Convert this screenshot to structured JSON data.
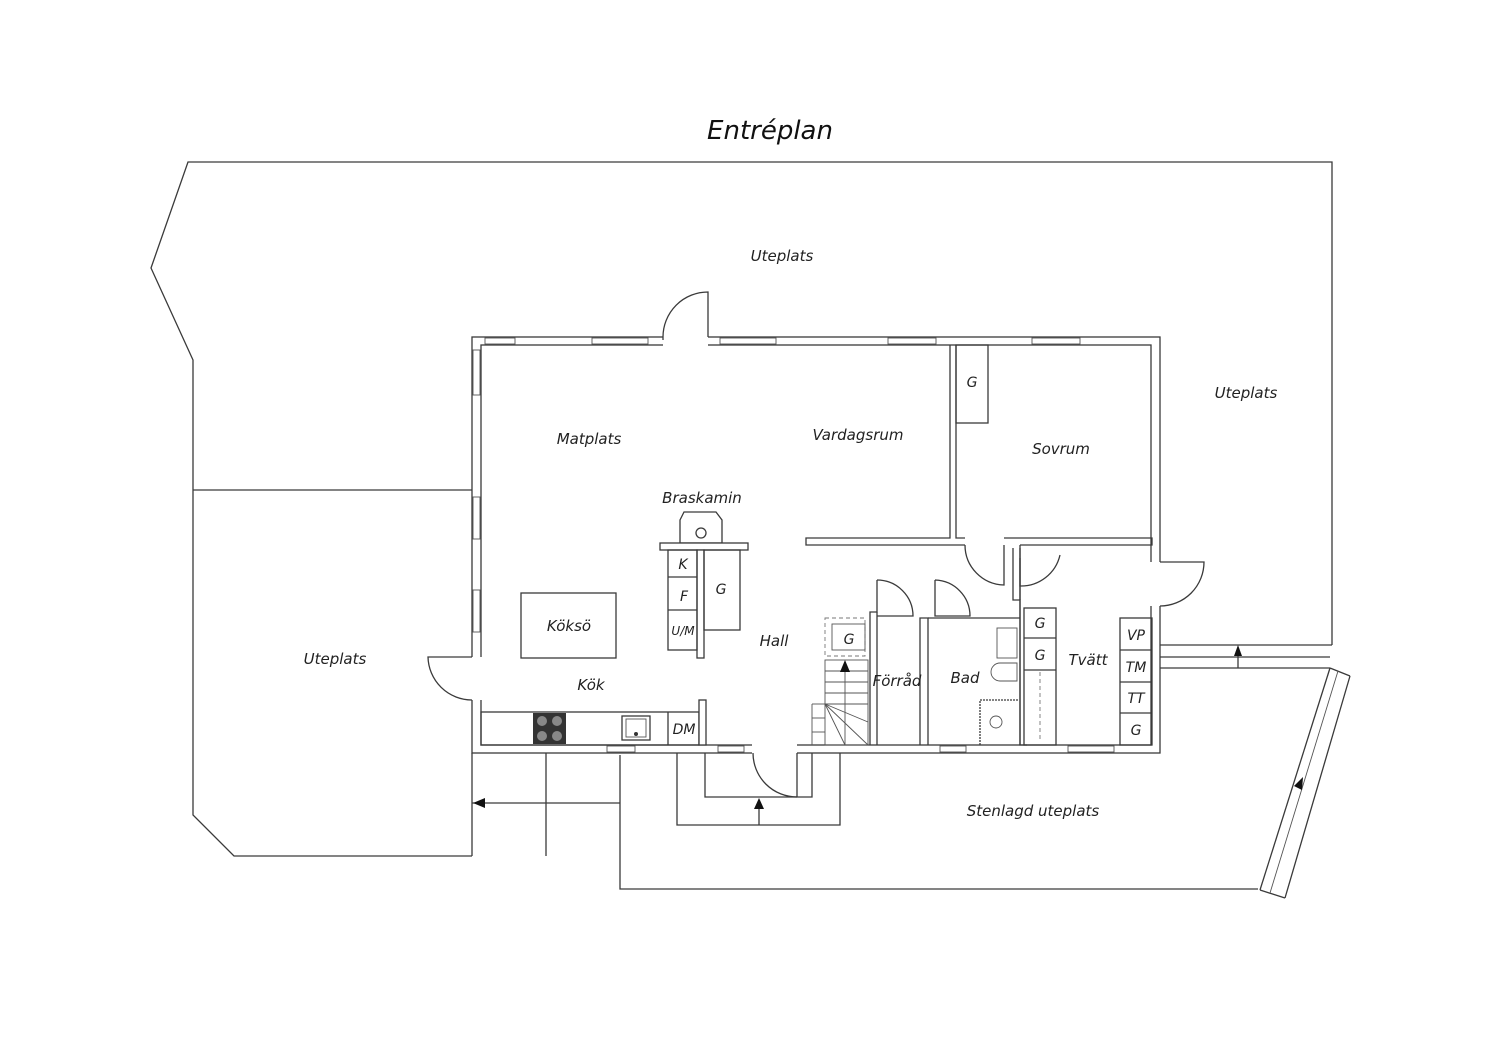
{
  "title": "Entréplan",
  "rooms": {
    "uteplats_top": "Uteplats",
    "uteplats_right": "Uteplats",
    "uteplats_left": "Uteplats",
    "stenlagd": "Stenlagd uteplats",
    "matplats": "Matplats",
    "vardagsrum": "Vardagsrum",
    "sovrum": "Sovrum",
    "braskamin": "Braskamin",
    "koksö": "Köksö",
    "kok": "Kök",
    "hall": "Hall",
    "forrad": "Förråd",
    "bad": "Bad",
    "tvatt": "Tvätt"
  },
  "fixtures": {
    "sovrum_g": "G",
    "k": "K",
    "f": "F",
    "um": "U/M",
    "hall_g": "G",
    "stair_g": "G",
    "dm": "DM",
    "tvatt_g1": "G",
    "tvatt_g2": "G",
    "vp": "VP",
    "tm": "TM",
    "tt": "TT",
    "tvatt_g3": "G"
  }
}
